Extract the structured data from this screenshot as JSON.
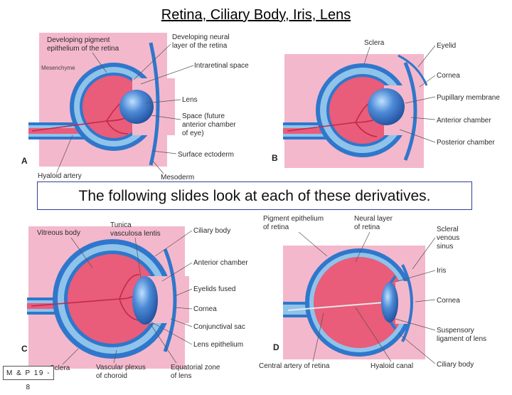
{
  "title": "Retina, Ciliary Body, Iris, Lens",
  "caption": "The following slides look at each of these derivatives.",
  "credit": "M & P 19 - 8",
  "colors": {
    "pink": "#f4b8cc",
    "red": "#e95c7a",
    "blue": "#2f77cc",
    "lightblue": "#8fc3ea",
    "lens": "#3b6fc4"
  },
  "panels": {
    "a": {
      "letter": "A",
      "labels": {
        "pigment": [
          "Developing pigment",
          "epithelium of the retina"
        ],
        "neural": [
          "Developing neural",
          "layer of the retina"
        ],
        "mesenchyme": "Mesenchyme",
        "intraretinal": "Intraretinal space",
        "lens": "Lens",
        "space": [
          "Space (future",
          "anterior chamber",
          "of eye)"
        ],
        "surface_ectoderm": "Surface ectoderm",
        "hyaloid": "Hyaloid artery",
        "mesoderm": "Mesoderm"
      }
    },
    "b": {
      "letter": "B",
      "labels": {
        "sclera": "Sclera",
        "eyelid": "Eyelid",
        "cornea": "Cornea",
        "pupillary": "Pupillary membrane",
        "anterior": "Anterior chamber",
        "posterior": "Posterior chamber"
      }
    },
    "c": {
      "letter": "C",
      "labels": {
        "vitreous": "Vitreous body",
        "tunica": [
          "Tunica",
          "vasculosa lentis"
        ],
        "ciliary": "Ciliary body",
        "anterior": "Anterior chamber",
        "eyelids": "Eyelids fused",
        "cornea": "Cornea",
        "conjunctival": "Conjunctival sac",
        "lens_epi": "Lens epithelium",
        "sclera": "Sclera",
        "vascular": [
          "Vascular plexus",
          "of choroid"
        ],
        "equatorial": [
          "Equatorial zone",
          "of lens"
        ]
      }
    },
    "d": {
      "letter": "D",
      "labels": {
        "pigment": [
          "Pigment epithelium",
          "of retina"
        ],
        "neural": [
          "Neural layer",
          "of retina"
        ],
        "scleral": [
          "Scleral",
          "venous",
          "sinus"
        ],
        "iris": "Iris",
        "cornea": "Cornea",
        "suspensory": [
          "Suspensory",
          "ligament of lens"
        ],
        "central": "Central artery of retina",
        "hyaloid_canal": "Hyaloid canal",
        "ciliary": "Ciliary body"
      }
    }
  }
}
